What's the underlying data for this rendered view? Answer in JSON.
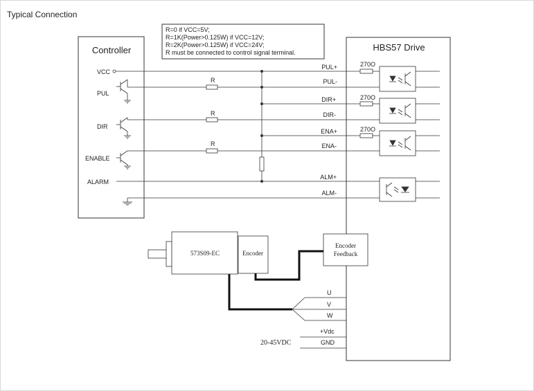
{
  "heading": "Typical Connection",
  "note": [
    "R=0 if VCC=5V;",
    "R=1K(Power>0.125W) if VCC=12V;",
    "R=2K(Power>0.125W) if VCC=24V;",
    "R must be connected to control signal terminal."
  ],
  "controller": {
    "title": "Controller",
    "pins": [
      "VCC",
      "PUL",
      "DIR",
      "ENABLE",
      "ALARM"
    ]
  },
  "drive": {
    "title": "HBS57 Drive",
    "pins": [
      "PUL+",
      "PUL-",
      "DIR+",
      "DIR-",
      "ENA+",
      "ENA-",
      "ALM+",
      "ALM-"
    ],
    "resistor_value": "270O",
    "motor_terminals": [
      "U",
      "V",
      "W"
    ],
    "power_terminals": [
      "+Vdc",
      "GND"
    ]
  },
  "resistor_label": "R",
  "motor": {
    "model": "573S09-EC",
    "encoder": "Encoder"
  },
  "encoder_feedback": [
    "Encoder",
    "Feedback"
  ],
  "supply": "20-45VDC"
}
